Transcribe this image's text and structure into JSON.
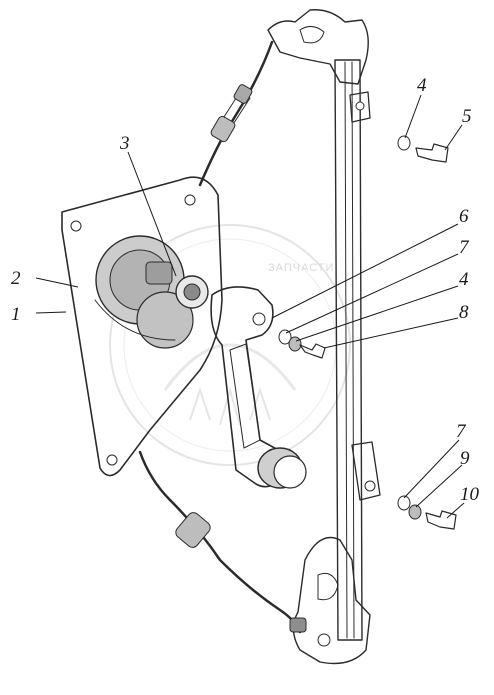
{
  "diagram": {
    "watermark_text": "ЗАПЧАСТИ",
    "callouts": [
      {
        "id": "1",
        "label": "1"
      },
      {
        "id": "2",
        "label": "2"
      },
      {
        "id": "3",
        "label": "3"
      },
      {
        "id": "4a",
        "label": "4"
      },
      {
        "id": "5",
        "label": "5"
      },
      {
        "id": "6",
        "label": "6"
      },
      {
        "id": "7a",
        "label": "7"
      },
      {
        "id": "4b",
        "label": "4"
      },
      {
        "id": "8",
        "label": "8"
      },
      {
        "id": "7b",
        "label": "7"
      },
      {
        "id": "9",
        "label": "9"
      },
      {
        "id": "10",
        "label": "10"
      }
    ],
    "colors": {
      "ink": "#2b2b2b",
      "plate_shade": "#d9d9d9",
      "metal_dark": "#8c8c8c",
      "watermark": "#c8c8c8"
    }
  }
}
